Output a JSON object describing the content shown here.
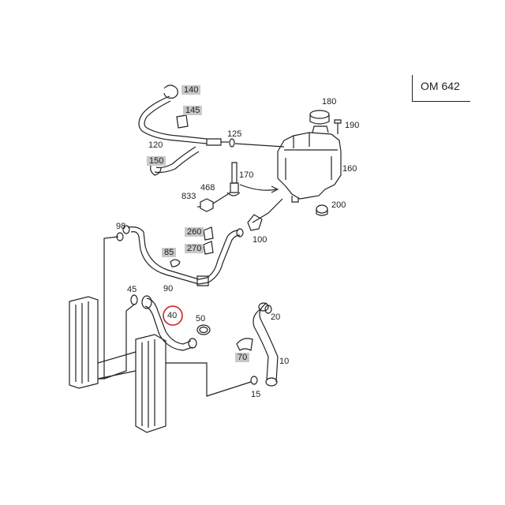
{
  "engine": {
    "code": "OM 642"
  },
  "parts": [
    {
      "id": "p180",
      "label": "180",
      "shaded": false
    },
    {
      "id": "p190",
      "label": "190",
      "shaded": false
    },
    {
      "id": "p160",
      "label": "160",
      "shaded": false
    },
    {
      "id": "p200",
      "label": "200",
      "shaded": false
    },
    {
      "id": "p140",
      "label": "140",
      "shaded": true
    },
    {
      "id": "p145",
      "label": "145",
      "shaded": true
    },
    {
      "id": "p125",
      "label": "125",
      "shaded": false
    },
    {
      "id": "p120",
      "label": "120",
      "shaded": false
    },
    {
      "id": "p150",
      "label": "150",
      "shaded": true
    },
    {
      "id": "p170",
      "label": "170",
      "shaded": false
    },
    {
      "id": "p468",
      "label": "468",
      "shaded": false
    },
    {
      "id": "p833",
      "label": "833",
      "shaded": false
    },
    {
      "id": "p98",
      "label": "98",
      "shaded": false
    },
    {
      "id": "p260",
      "label": "260",
      "shaded": true
    },
    {
      "id": "p270",
      "label": "270",
      "shaded": true
    },
    {
      "id": "p100",
      "label": "100",
      "shaded": false
    },
    {
      "id": "p85",
      "label": "85",
      "shaded": true
    },
    {
      "id": "p90",
      "label": "90",
      "shaded": false
    },
    {
      "id": "p45",
      "label": "45",
      "shaded": false
    },
    {
      "id": "p40",
      "label": "40",
      "shaded": false,
      "highlighted": true
    },
    {
      "id": "p50",
      "label": "50",
      "shaded": false
    },
    {
      "id": "p20",
      "label": "20",
      "shaded": false
    },
    {
      "id": "p70",
      "label": "70",
      "shaded": true
    },
    {
      "id": "p10",
      "label": "10",
      "shaded": false
    },
    {
      "id": "p15",
      "label": "15",
      "shaded": false
    }
  ],
  "colors": {
    "line": "#222222",
    "shade": "#c8c8c8",
    "highlight": "#cc2222",
    "background": "#ffffff"
  }
}
